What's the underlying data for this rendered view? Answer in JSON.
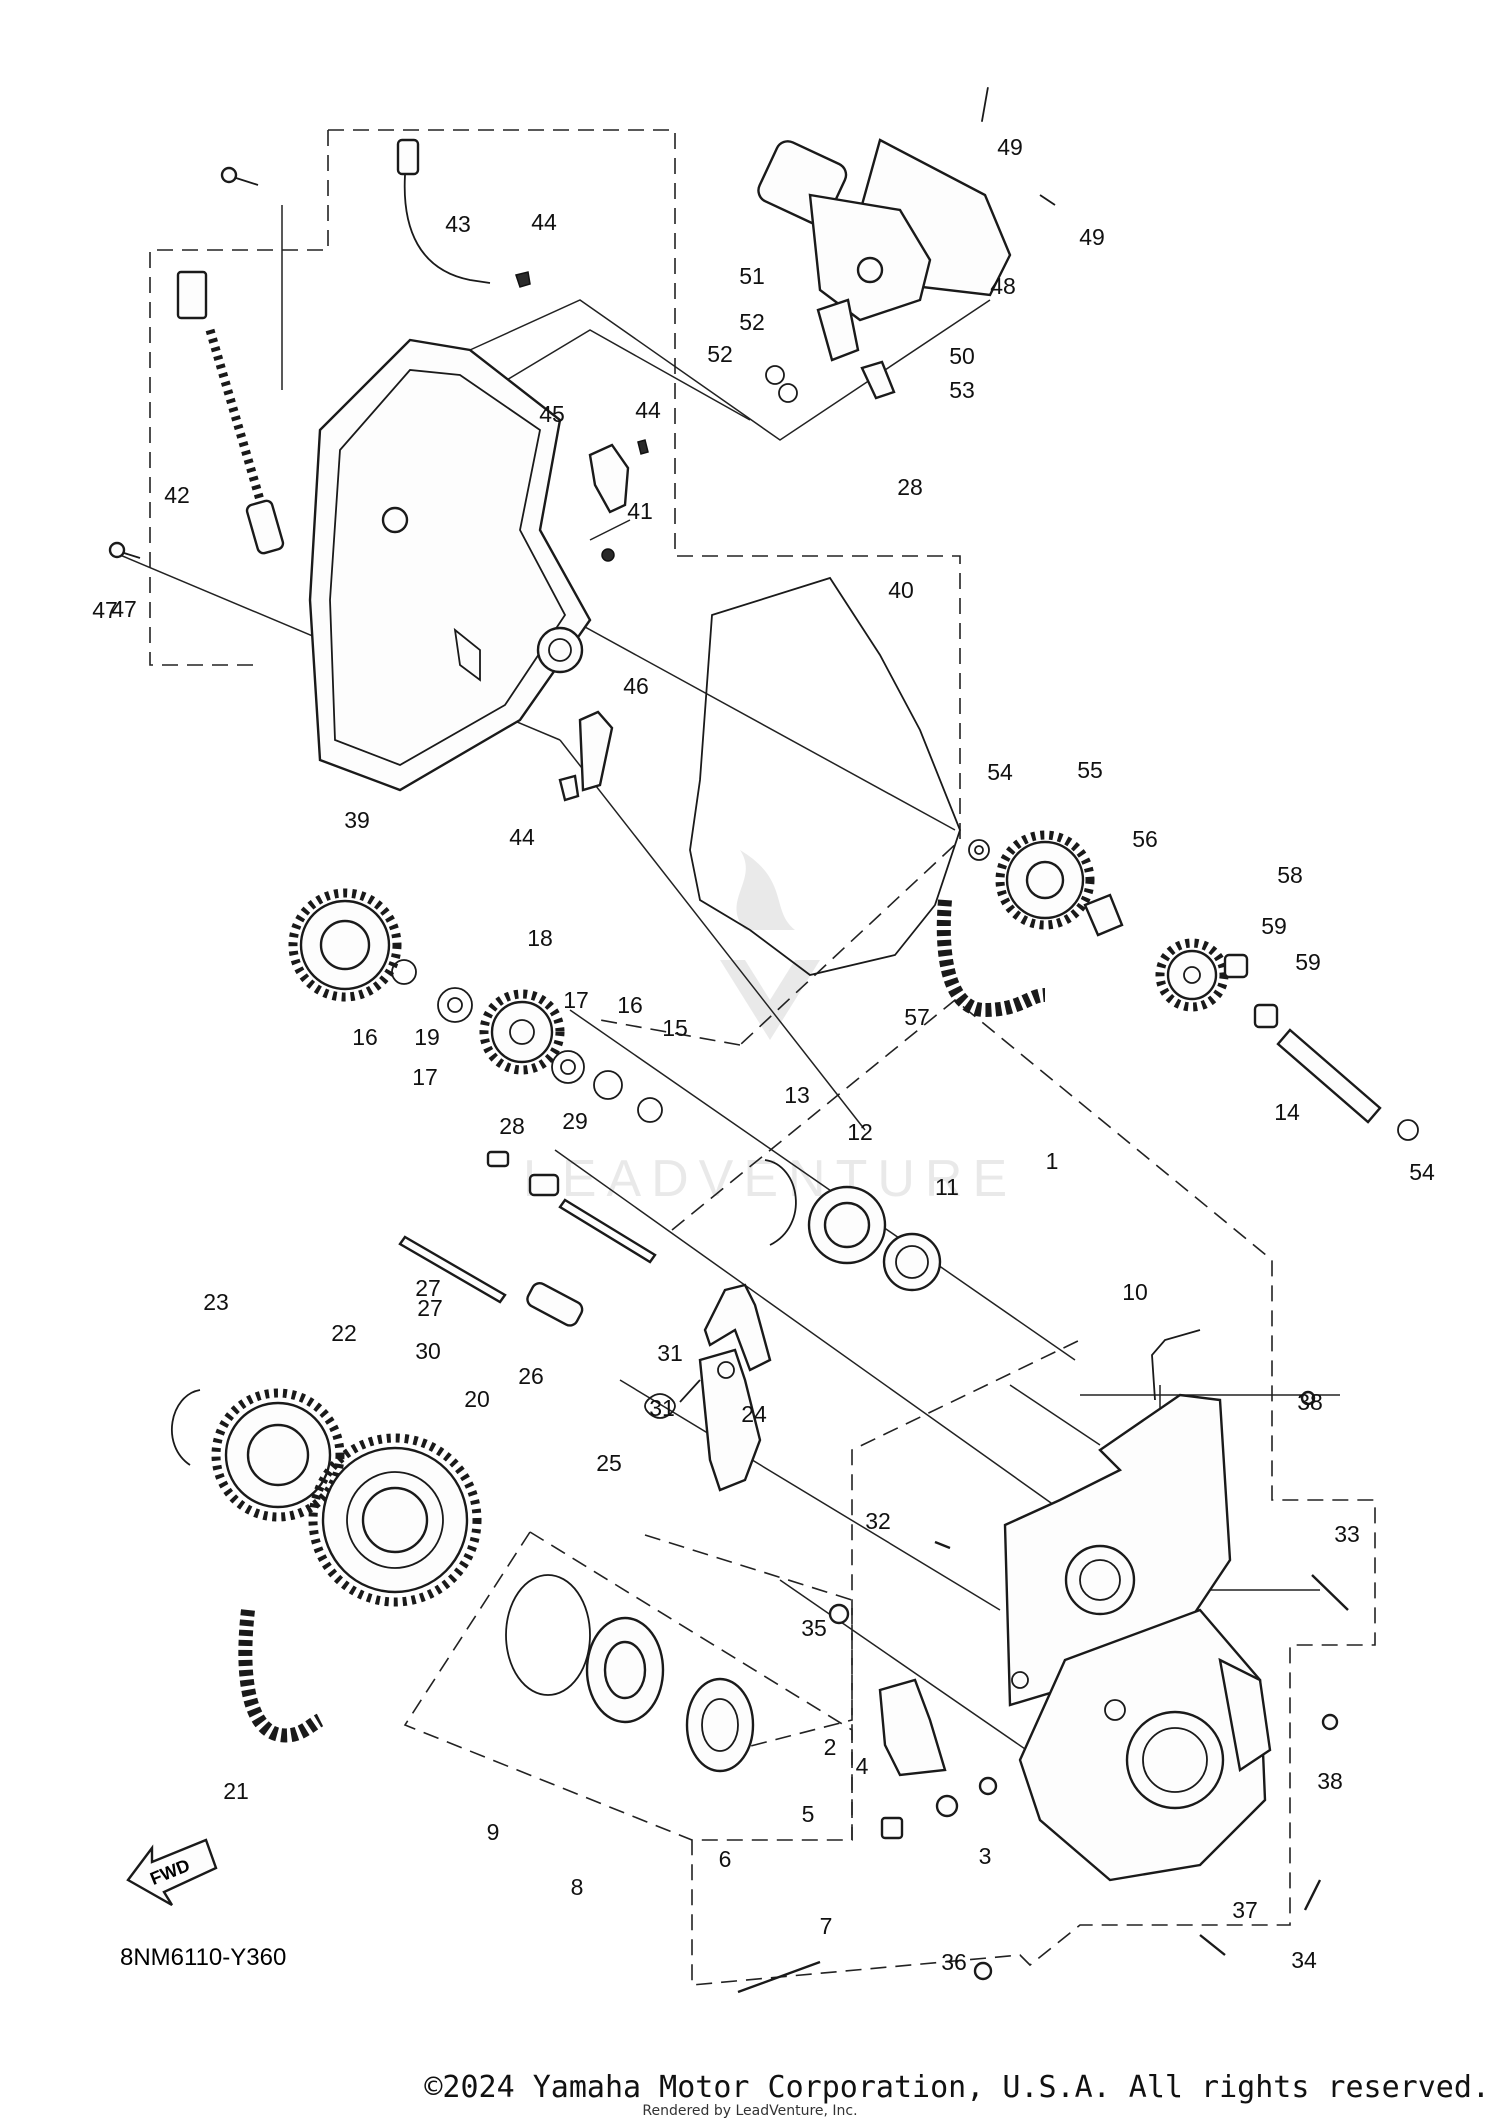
{
  "diagram": {
    "code": "8NM6110-Y360",
    "fwd_label": "FWD",
    "watermark": "LEADVENTURE",
    "callouts": [
      "1",
      "2",
      "3",
      "4",
      "5",
      "6",
      "7",
      "8",
      "9",
      "10",
      "11",
      "12",
      "13",
      "14",
      "15",
      "16",
      "17",
      "18",
      "19",
      "20",
      "21",
      "22",
      "23",
      "24",
      "25",
      "26",
      "27",
      "28",
      "29",
      "30",
      "31",
      "32",
      "33",
      "34",
      "35",
      "36",
      "37",
      "38",
      "39",
      "40",
      "41",
      "42",
      "43",
      "44",
      "45",
      "46",
      "47",
      "48",
      "49",
      "50",
      "51",
      "52",
      "53",
      "54",
      "55",
      "56",
      "57",
      "58",
      "59"
    ]
  },
  "footer": {
    "copyright": "©2024 Yamaha Motor Corporation, U.S.A. All rights reserved.",
    "rendered_by": "Rendered by LeadVenture, Inc."
  }
}
